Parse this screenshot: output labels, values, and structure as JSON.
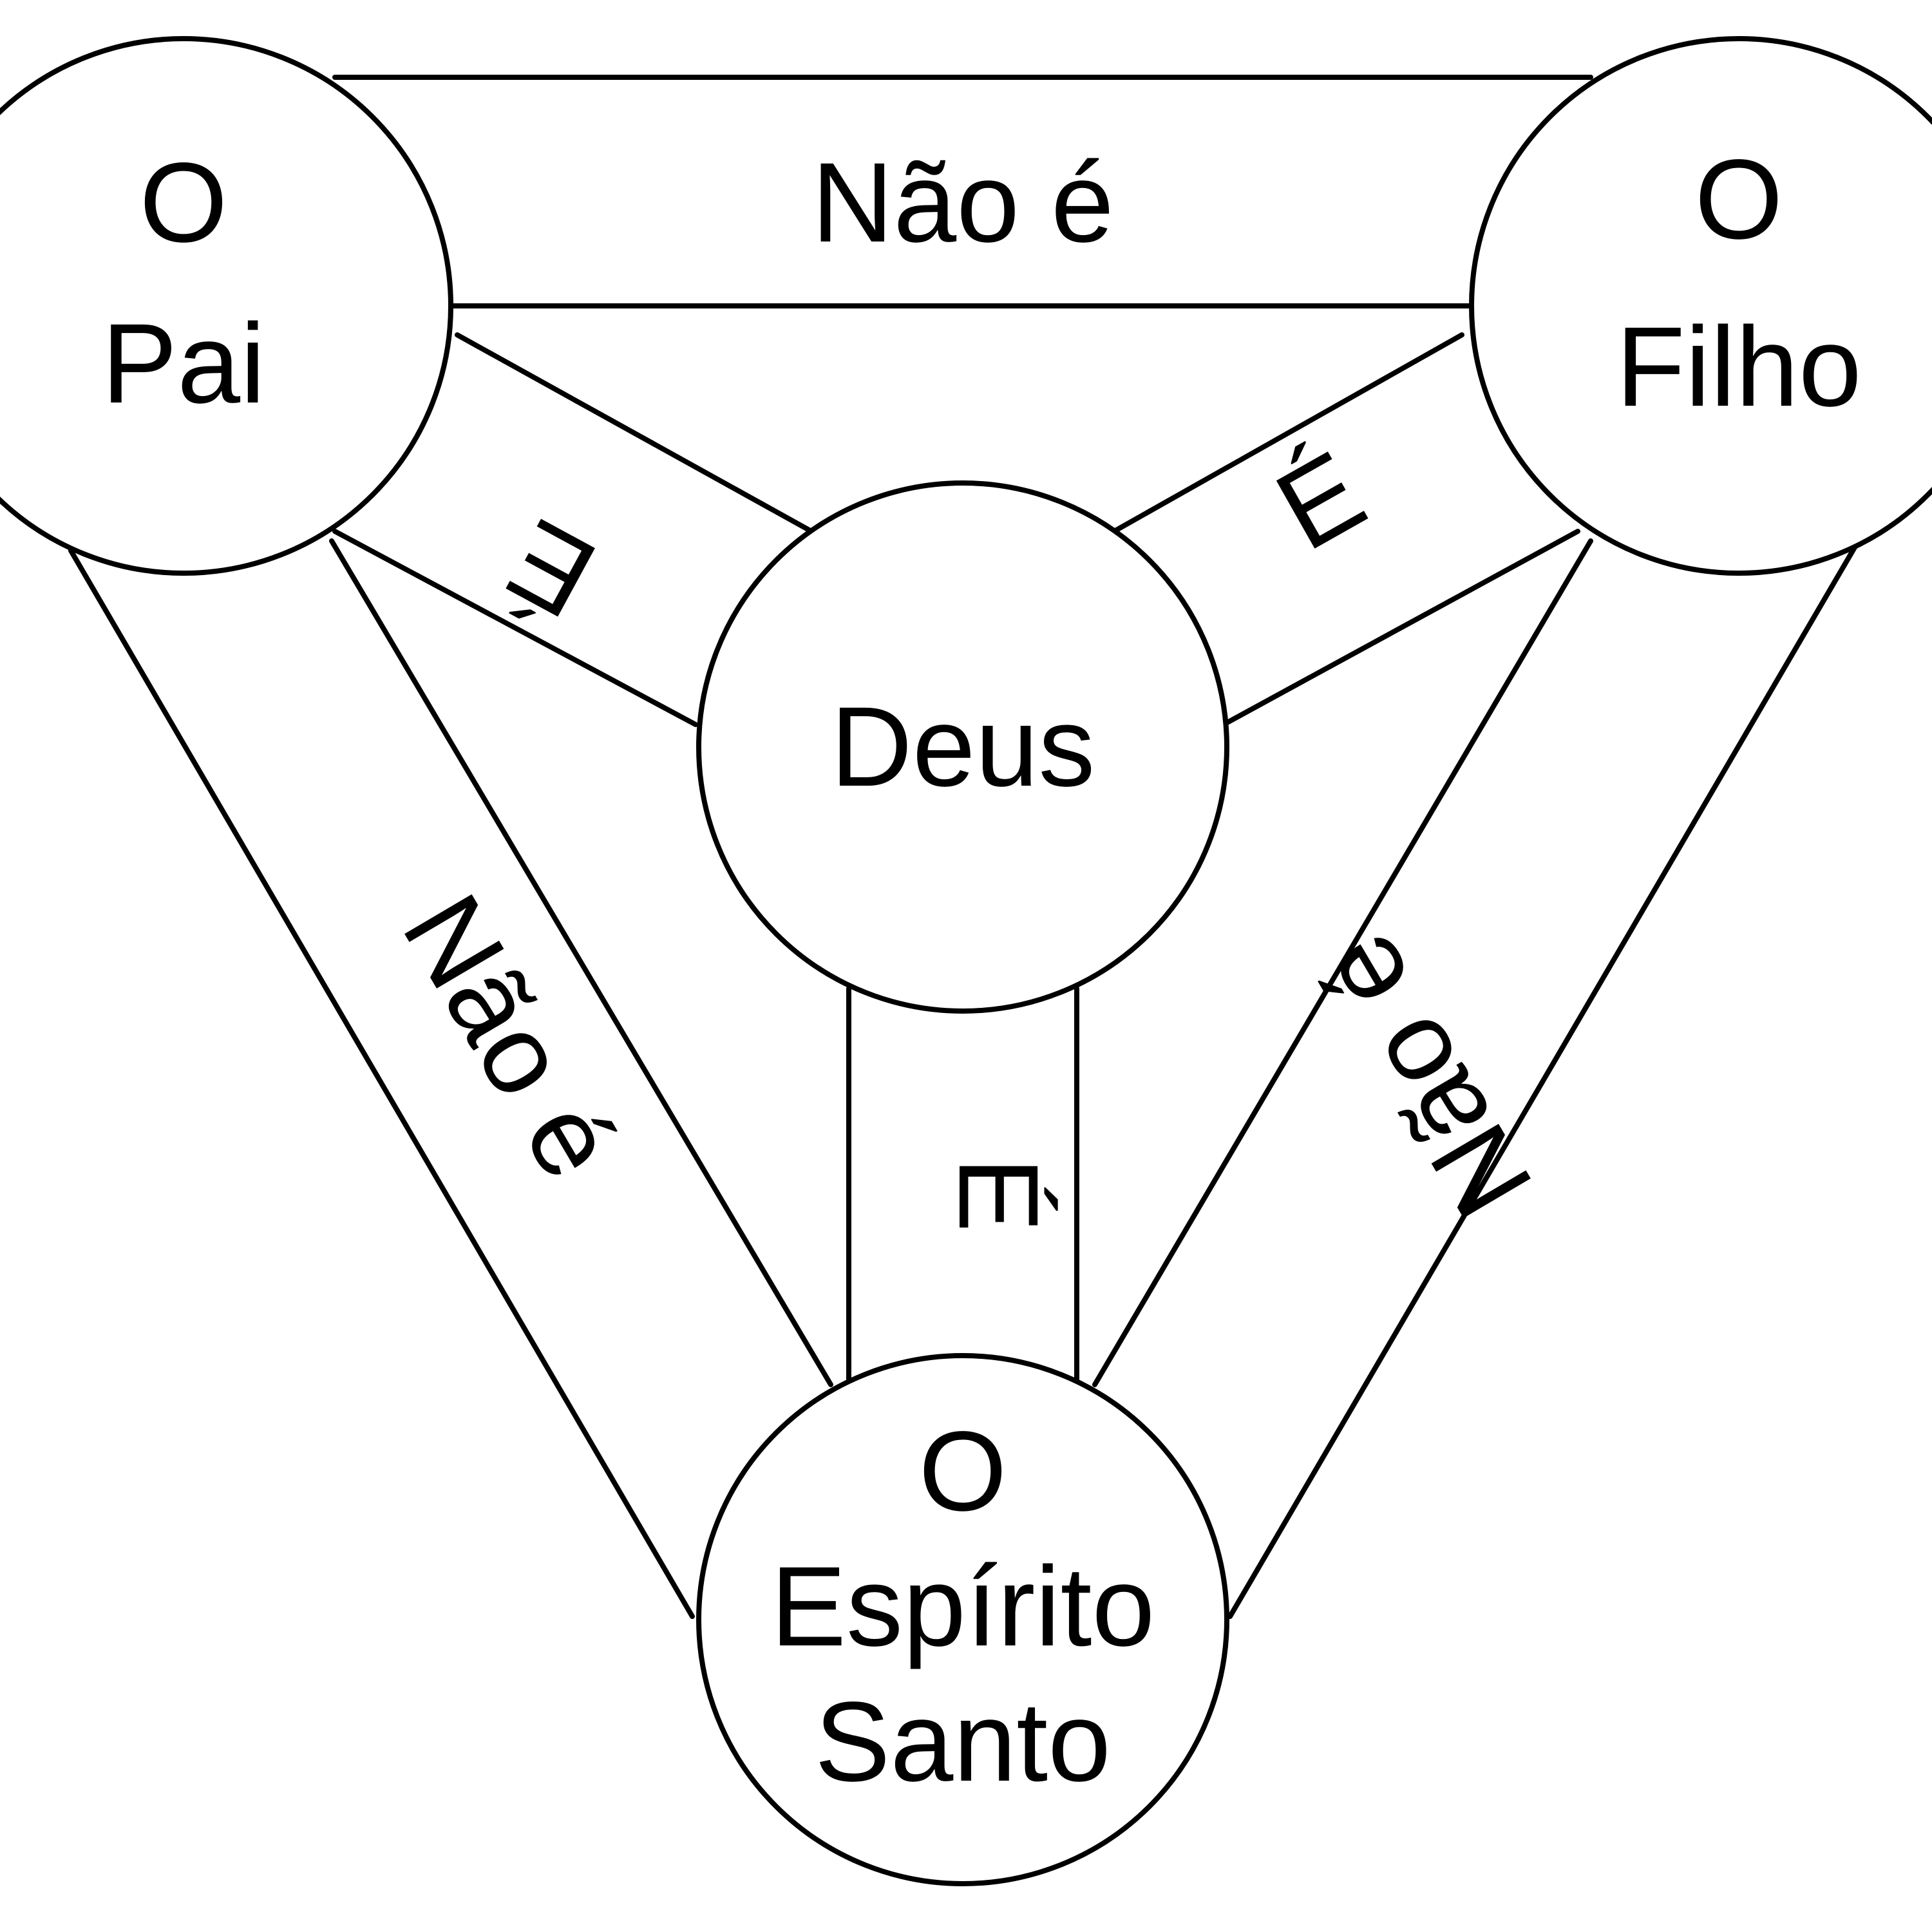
{
  "diagram": {
    "nodes": {
      "father": {
        "lines": [
          "O",
          "Pai"
        ]
      },
      "son": {
        "lines": [
          "O",
          "Filho"
        ]
      },
      "god": {
        "lines": [
          "Deus"
        ]
      },
      "spirit": {
        "lines": [
          "O",
          "Espírito",
          "Santo"
        ]
      }
    },
    "edges": {
      "father_son": "Não é",
      "father_spirit": "Não é",
      "son_spirit": "Não é",
      "father_god": "É",
      "son_god": "É",
      "spirit_god": "É"
    }
  }
}
